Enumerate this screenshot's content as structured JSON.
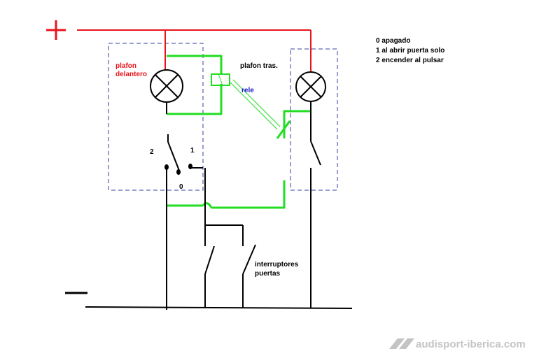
{
  "symbols": {
    "positive": "+",
    "negative": "—"
  },
  "labels": {
    "front_lamp": [
      "plafon",
      "delantero"
    ],
    "rear_lamp": "plafon tras.",
    "relay": "rele",
    "switch_pos_2": "2",
    "switch_pos_1": "1",
    "switch_pos_0": "0",
    "door_switches": [
      "interruptores",
      "puertas"
    ]
  },
  "legend": [
    "0 apagado",
    "1 al abrir puerta solo",
    "2 encender al pulsar"
  ],
  "watermark": "audisport-iberica.com",
  "colors": {
    "positive_wire": "#e8141c",
    "ground_wire": "#000000",
    "relay_wire": "#22dd22",
    "dashed_box": "#3340a0",
    "front_label": "#e8141c",
    "relay_label": "#1a1ad0",
    "watermark": "#c4c4c4"
  }
}
